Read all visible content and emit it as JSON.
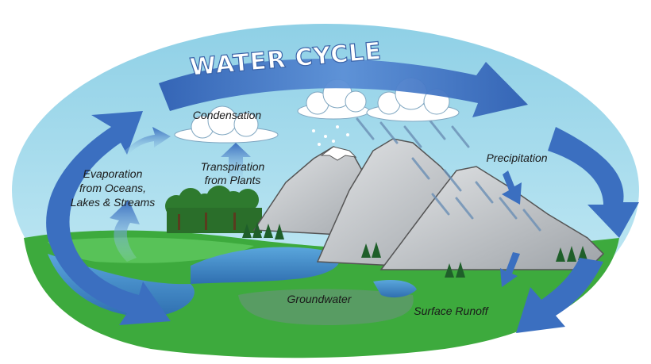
{
  "diagram": {
    "title": "WATER CYCLE",
    "labels": {
      "condensation": "Condensation",
      "transpiration_line1": "Transpiration",
      "transpiration_line2": "from Plants",
      "precipitation": "Precipitation",
      "evaporation_line1": "Evaporation",
      "evaporation_line2": "from Oceans,",
      "evaporation_line3": "Lakes & Streams",
      "groundwater": "Groundwater",
      "surface_runoff": "Surface Runoff"
    },
    "colors": {
      "sky": "#a9dcec",
      "ground": "#3daa3d",
      "water": "#3f86c9",
      "arrow": "#3b6fc0",
      "mountain": "#bfc3c7",
      "tree": "#2e7a2e"
    }
  }
}
